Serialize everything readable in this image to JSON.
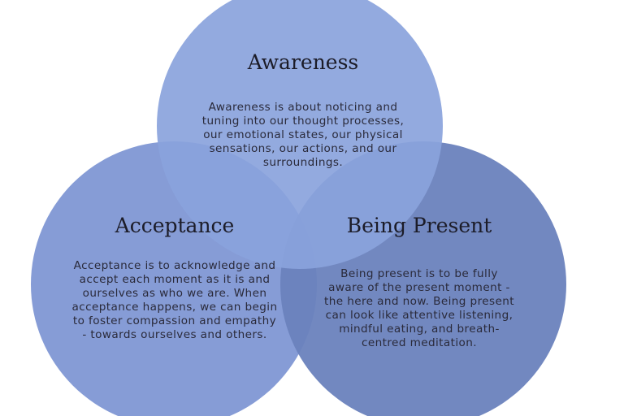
{
  "colors": {
    "awareness_fill": "#8aa3dc",
    "acceptance_fill": "#7f97d4",
    "present_fill": "#6a82bd",
    "overlap_tint": "#7c93cf"
  },
  "circles": [
    {
      "id": "awareness",
      "title": "Awareness",
      "body": "Awareness is about noticing and tuning into our thought processes, our emotional states, our physical sensations, our actions, and our surroundings."
    },
    {
      "id": "acceptance",
      "title": "Acceptance",
      "body": "Acceptance is to acknowledge and accept each moment as it is and ourselves as who we are. When acceptance happens, we can begin to foster compassion and empathy - towards ourselves and others."
    },
    {
      "id": "present",
      "title": "Being Present",
      "body": "Being present is to be fully aware of the present moment - the here and now.  Being present can look like attentive listening, mindful eating, and breath-centred meditation."
    }
  ]
}
